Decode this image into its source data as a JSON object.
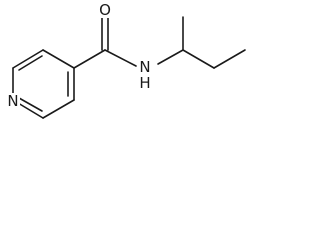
{
  "molecule": {
    "atoms": {
      "carbonyl_oxygen": "O",
      "amide_nitrogen": "N",
      "amide_hydrogen": "H",
      "ring_nitrogen": "N"
    },
    "bond_color": "#1a1a1a"
  }
}
